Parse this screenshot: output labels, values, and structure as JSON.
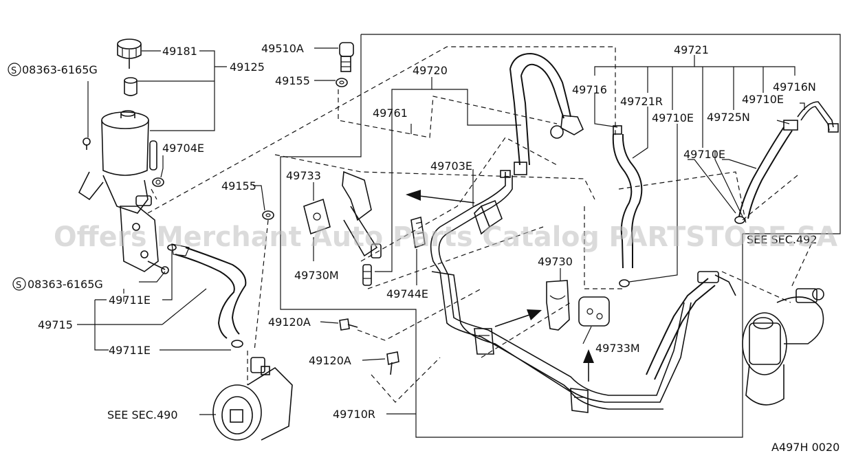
{
  "labels": {
    "p49181": "49181",
    "p49125": "49125",
    "p08363a": "08363-6165G",
    "p08363b": "08363-6165G",
    "p49510A": "49510A",
    "p49155a": "49155",
    "p49155b": "49155",
    "p49720": "49720",
    "p49761": "49761",
    "p49704E": "49704E",
    "p49733a": "49733",
    "p49703E": "49703E",
    "p49730M": "49730M",
    "p49744E": "49744E",
    "p49711Ea": "49711E",
    "p49711Eb": "49711E",
    "p49715": "49715",
    "p49120Aa": "49120A",
    "p49120Ab": "49120A",
    "p49730": "49730",
    "p49733M": "49733M",
    "p49710R": "49710R",
    "p49721": "49721",
    "p49716": "49716",
    "p49721R": "49721R",
    "p49710Ea": "49710E",
    "p49725N": "49725N",
    "p49710Eb": "49710E",
    "p49716N": "49716N",
    "p49710Ec": "49710E",
    "seeSec490": "SEE SEC.490",
    "seeSec492": "SEE SEC.492",
    "code": "A497H 0020",
    "s1": "S",
    "s2": "S"
  },
  "watermark": "Offers Merchant Auto Parts Catalog PARTSTORE.SA"
}
